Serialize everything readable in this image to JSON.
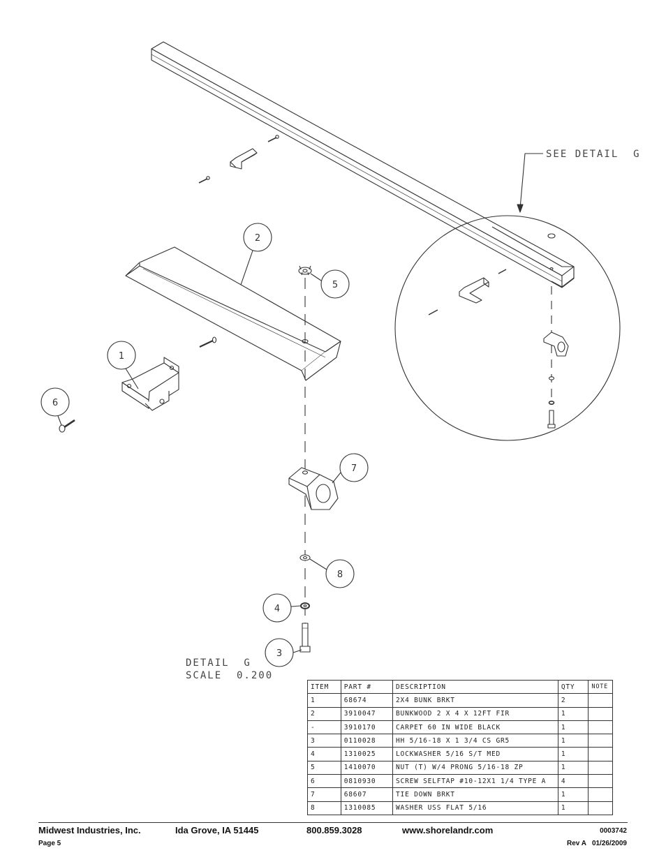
{
  "callouts": {
    "item_1": "1",
    "item_2": "2",
    "item_3": "3",
    "item_4": "4",
    "item_5": "5",
    "item_6": "6",
    "item_7": "7",
    "item_8": "8"
  },
  "see_detail": "SEE DETAIL  G",
  "detail": {
    "line1": "DETAIL  G",
    "line2": "SCALE  0.200"
  },
  "bom": {
    "headers": {
      "item": "ITEM",
      "part": "PART #",
      "description": "DESCRIPTION",
      "qty": "QTY",
      "note": "NOTE"
    },
    "rows": [
      {
        "item": "1",
        "part": "68674",
        "description": "2X4 BUNK BRKT",
        "qty": "2",
        "note": ""
      },
      {
        "item": "2",
        "part": "3910047",
        "description": "BUNKWOOD   2 X 4 X 12FT FIR",
        "qty": "1",
        "note": ""
      },
      {
        "item": "-",
        "part": "3910170",
        "description": "CARPET 60  IN WIDE BLACK",
        "qty": "1",
        "note": ""
      },
      {
        "item": "3",
        "part": "0110028",
        "description": "HH 5/16-18 X 1 3/4 CS GR5",
        "qty": "1",
        "note": ""
      },
      {
        "item": "4",
        "part": "1310025",
        "description": "LOCKWASHER 5/16 S/T MED",
        "qty": "1",
        "note": ""
      },
      {
        "item": "5",
        "part": "1410070",
        "description": "NUT (T) W/4 PRONG 5/16-18 ZP",
        "qty": "1",
        "note": ""
      },
      {
        "item": "6",
        "part": "0810930",
        "description": "SCREW SELFTAP #10-12X1 1/4 TYPE A",
        "qty": "4",
        "note": ""
      },
      {
        "item": "7",
        "part": "68607",
        "description": "TIE DOWN BRKT",
        "qty": "1",
        "note": ""
      },
      {
        "item": "8",
        "part": "1310085",
        "description": "WASHER USS FLAT 5/16",
        "qty": "1",
        "note": ""
      }
    ]
  },
  "footer": {
    "company": "Midwest Industries, Inc.",
    "city": "Ida Grove, IA  51445",
    "phone": "800.859.3028",
    "website": "www.shorelandr.com",
    "doc_number": "0003742",
    "page": "Page 5",
    "revision": "Rev A   01/26/2009"
  }
}
